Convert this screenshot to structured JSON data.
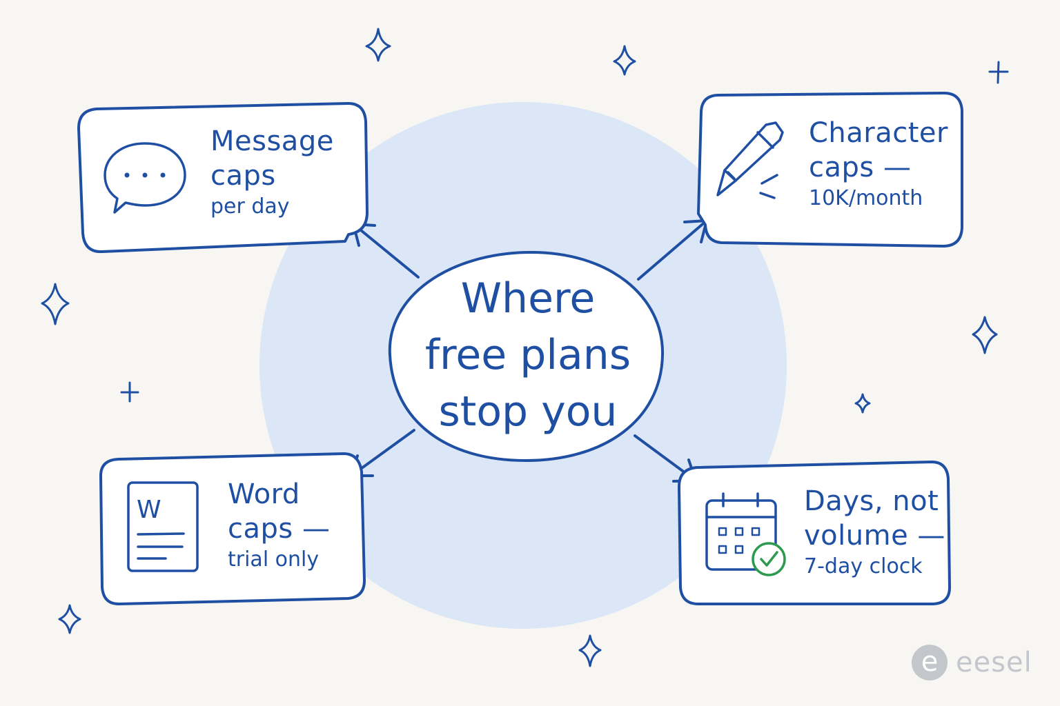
{
  "center": {
    "line1": "Where",
    "line2": "free plans",
    "line3": "stop you"
  },
  "cards": {
    "message": {
      "line1": "Message",
      "line2": "caps",
      "line3": "per day",
      "icon": "chat-bubble-icon"
    },
    "character": {
      "line1": "Character",
      "line2": "caps —",
      "line3": "10K/month",
      "icon": "pencil-icon"
    },
    "word": {
      "line1": "Word",
      "line2": "caps —",
      "line3": "trial only",
      "icon": "word-document-icon",
      "icon_letter": "W"
    },
    "days": {
      "line1": "Days, not",
      "line2": "volume —",
      "line3": "7-day clock",
      "icon": "calendar-check-icon"
    }
  },
  "brand": {
    "name": "eesel",
    "logo_letter": "e"
  },
  "colors": {
    "ink": "#1f4fa3",
    "halo": "#dbe6f6",
    "background": "#f7f6f3",
    "check": "#2e9a4f",
    "logo": "#c3c7cc"
  }
}
